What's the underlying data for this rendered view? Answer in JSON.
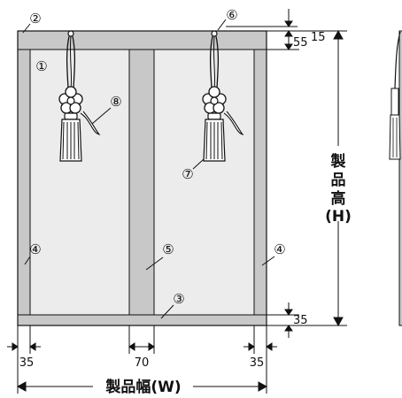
{
  "markers": {
    "m1": "①",
    "m2": "②",
    "m3": "③",
    "m4a": "④",
    "m4b": "④",
    "m5": "⑤",
    "m6": "⑥",
    "m7": "⑦",
    "m8": "⑧"
  },
  "dimensions": {
    "top_rail": "55",
    "top_gap": "15",
    "bottom_rail": "35",
    "left_stile": "35",
    "center_mullion": "70",
    "right_stile": "35"
  },
  "labels": {
    "product_height": [
      "製",
      "品",
      "高",
      "(H)"
    ],
    "product_width": "製品幅(W)"
  },
  "colors": {
    "frame": "#c8c8c8",
    "panel": "#ececec",
    "line": "#111111"
  }
}
